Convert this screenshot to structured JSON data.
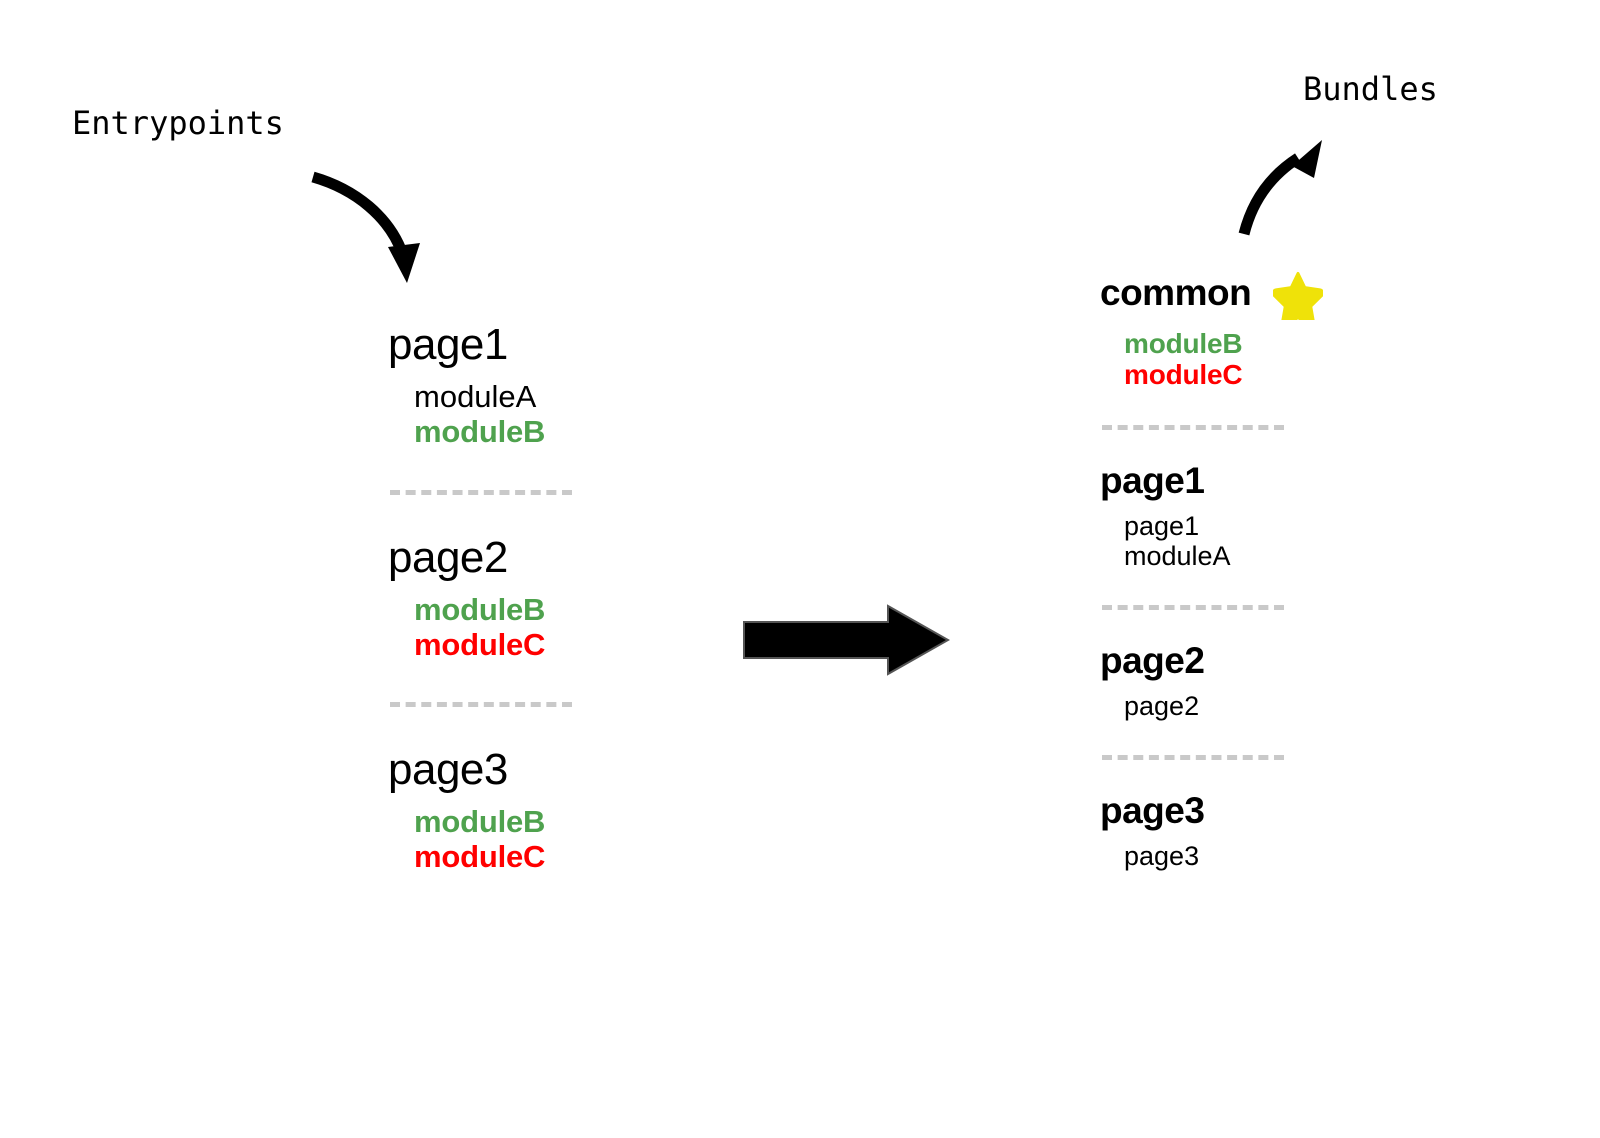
{
  "annotations": {
    "entrypoints_label": "Entrypoints",
    "bundles_label": "Bundles"
  },
  "colors": {
    "green": "#4FA24E",
    "red": "#FF0000",
    "black": "#000000",
    "star_yellow": "#EFE209",
    "divider_gray": "#C9C9C9",
    "background": "#FFFFFF"
  },
  "entrypoints": {
    "groups": [
      {
        "title": "page1",
        "items": [
          {
            "text": "moduleA",
            "color": "black",
            "emphasis": false
          },
          {
            "text": "moduleB",
            "color": "green",
            "emphasis": true
          }
        ]
      },
      {
        "title": "page2",
        "items": [
          {
            "text": "moduleB",
            "color": "green",
            "emphasis": true
          },
          {
            "text": "moduleC",
            "color": "red",
            "emphasis": true
          }
        ]
      },
      {
        "title": "page3",
        "items": [
          {
            "text": "moduleB",
            "color": "green",
            "emphasis": true
          },
          {
            "text": "moduleC",
            "color": "red",
            "emphasis": true
          }
        ]
      }
    ]
  },
  "bundles": {
    "groups": [
      {
        "title": "common",
        "starred": true,
        "star_icon": "star-icon",
        "items": [
          {
            "text": "moduleB",
            "color": "green",
            "emphasis": true
          },
          {
            "text": "moduleC",
            "color": "red",
            "emphasis": true
          }
        ]
      },
      {
        "title": "page1",
        "starred": false,
        "items": [
          {
            "text": "page1",
            "color": "black",
            "emphasis": false
          },
          {
            "text": "moduleA",
            "color": "black",
            "emphasis": false
          }
        ]
      },
      {
        "title": "page2",
        "starred": false,
        "items": [
          {
            "text": "page2",
            "color": "black",
            "emphasis": false
          }
        ]
      },
      {
        "title": "page3",
        "starred": false,
        "items": [
          {
            "text": "page3",
            "color": "black",
            "emphasis": false
          }
        ]
      }
    ]
  },
  "icons": {
    "entry_arrow": "curved-arrow-down-right-icon",
    "bundles_arrow": "curved-arrow-up-right-icon",
    "transform_arrow": "block-arrow-right-icon"
  }
}
